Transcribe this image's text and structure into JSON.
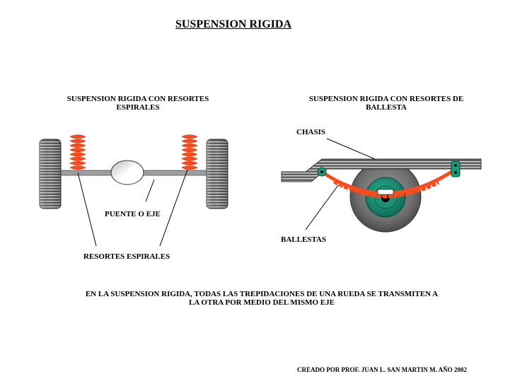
{
  "title": "SUSPENSION RIGIDA",
  "left_diagram": {
    "heading_line1": "SUSPENSION RIGIDA CON RESORTES",
    "heading_line2": "ESPIRALES",
    "axle_label": "PUENTE O EJE",
    "springs_label": "RESORTES ESPIRALES"
  },
  "right_diagram": {
    "heading_line1": "SUSPENSION RIGIDA CON RESORTES DE",
    "heading_line2": "BALLESTA",
    "chassis_label": "CHASIS",
    "leaf_label": "BALLESTAS"
  },
  "note_line1": "EN LA SUSPENSION RIGIDA, TODAS LAS TREPIDACIONES DE UNA RUEDA SE TRANSMITEN A",
  "note_line2": "LA OTRA POR MEDIO DEL MISMO EJE",
  "credit": "CREADO POR PROF. JUAN L. SAN MARTIN M.   AÑO  2002",
  "colors": {
    "spring": "#ff4a1c",
    "hub": "#1a9a7a",
    "tire": "#6a6a6a"
  }
}
